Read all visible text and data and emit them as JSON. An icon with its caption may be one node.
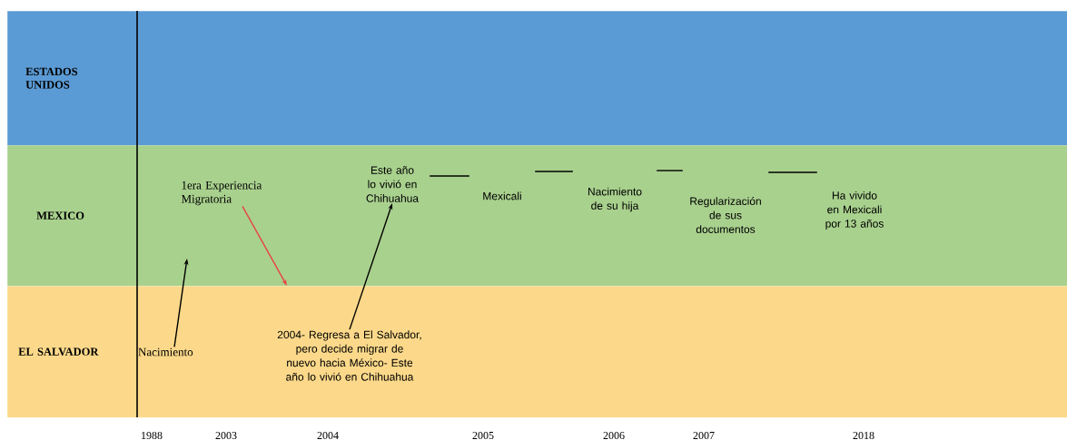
{
  "diagram": {
    "nodes": [
      {
        "text": [
          "ESTADOS UNIDOS"
        ]
      },
      {
        "text": [
          "MEXICO"
        ]
      },
      {
        "text": [
          "EL SALVADOR"
        ]
      },
      {
        "text": [
          "1era Experiencia Migratoria"
        ],
        "in": 1
      },
      {
        "text": [
          "Este año lo vivió en Chihuahua"
        ],
        "in": 1
      },
      {
        "text": [
          "Mexicali"
        ],
        "in": 1
      },
      {
        "text": [
          "Nacimiento de su hija"
        ],
        "in": 1
      },
      {
        "text": [
          "Regularización de sus documentos"
        ],
        "in": 1
      },
      {
        "text": [
          "Ha vivido en Mexicali por 13 años"
        ],
        "in": 1
      },
      {
        "text": [
          "Nacimiento"
        ],
        "in": 2
      },
      {
        "text": [
          "2004- Regresa a El Salvador, pero decide migrar de nuevo hacia México- Este año lo vivió en Chihuahua"
        ],
        "in": 2
      }
    ],
    "edges": [
      {
        "from": 9,
        "to": null,
        "arrow": "to"
      },
      {
        "from": 3,
        "to": 2,
        "arrow": "to",
        "color": "#e8423f"
      },
      {
        "from": 10,
        "to": 4,
        "arrow": "to"
      },
      {
        "from": 4,
        "to": 5,
        "arrow": "none"
      },
      {
        "from": 5,
        "to": 6,
        "arrow": "none"
      },
      {
        "from": 6,
        "to": 7,
        "arrow": "none"
      },
      {
        "from": 7,
        "to": 8,
        "arrow": "none"
      }
    ],
    "labels": [
      "1988",
      "2003",
      "2004",
      "2005",
      "2006",
      "2007",
      "2018"
    ]
  }
}
